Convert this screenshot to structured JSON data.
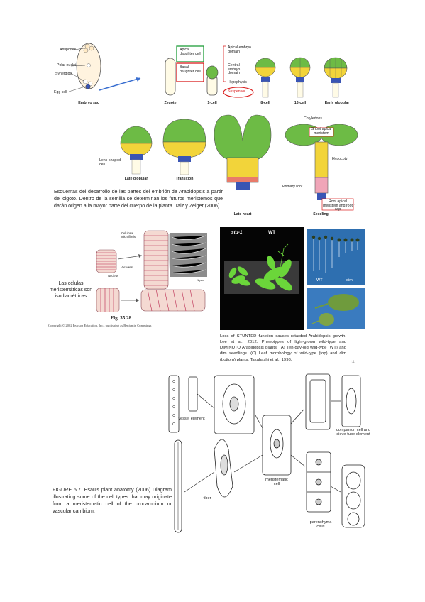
{
  "embryo_panel": {
    "labels": {
      "antipodes": "Antipodes",
      "polar_nuclei": "Polar nuclei",
      "synergids": "Synergids",
      "egg_cell": "Egg cell",
      "apical_daughter": "Apical daughter cell",
      "basal_daughter": "Basal daughter cell",
      "apical_embryo": "Apical embryo domain",
      "central_embryo": "Central embryo domain",
      "hypophysis": "Hypophysis",
      "suspensor": "Suspensor",
      "lens_shaped": "Lens-shaped cell",
      "cotyledons": "Cotyledons",
      "shoot_apical": "Shoot apical meristem",
      "hypocotyl": "Hypocotyl",
      "primary_root": "Primary root",
      "root_apical": "Root apical meristem and root cap"
    },
    "stages": {
      "embryo_sac": "Embryo sac",
      "zygote": "Zygote",
      "one_cell": "1-cell",
      "eight_cell": "8-cell",
      "sixteen_cell": "16-cell",
      "early_globular": "Early globular",
      "late_globular": "Late globular",
      "transition": "Transition",
      "late_heart": "Late heart",
      "seedling": "Seedling"
    },
    "caption_es": "Esquemas del desarrollo de las partes del embrión de Arabidopsis a partir del cigoto. Dentro de la semilla se determinan los futuros meristemos que darán origen a la mayor parte del cuerpo de la planta. Taiz y Zeiger (2006).",
    "page_number": "11"
  },
  "cells_panel": {
    "labels": {
      "celulosa": "Celulosa microfibrils",
      "vacuoles": "Vacuoles",
      "nucleus": "Nucleus",
      "scale": "1 µm"
    },
    "meristem_label": "Las células meristemáticas son isodiamétricas",
    "figure_number": "Fig. 35.28",
    "copyright": "Copyright © 2002 Pearson Education, Inc., publishing as Benjamin Cummings"
  },
  "stunted_panel": {
    "photo_labels": {
      "stu1": "stu-1",
      "wt": "WT",
      "wt2": "WT",
      "dim": "dim"
    },
    "caption_en": "Loss of STUNTED function causes retarded Arabidopsis growth. Lee et al., 2012. Phenotypes of light-grown wild-type and DIMINUTO Arabidopsis plants. (A) Ten-day-old wild-type (WT) and dim seedlings. (C) Leaf morphology of wild-type (top) and dim (bottom) plants. Takahashi et al., 1998.",
    "page_number": "14"
  },
  "esau_panel": {
    "labels": {
      "vessel_element": "vessel element",
      "companion_cell": "companion cell and sieve-tube element",
      "meristematic_cell": "meristematic cell",
      "fiber": "fiber",
      "parenchyma": "parenchyma cells"
    },
    "caption": "FIGURE 5.7. Esau's plant anatomy (2006) Diagram illustrating some of the cell types that may originate from a meristematic cell of the procambium or vascular cambium."
  },
  "colors": {
    "apical_green": "#6dbb45",
    "central_yellow": "#f2d43a",
    "hypophysis_blue": "#3a55b4",
    "root_pink": "#f0a5b8",
    "suspensor_red": "#d91c1c",
    "box_green": "#1f9d3a",
    "fiber_red": "#b8234a"
  }
}
